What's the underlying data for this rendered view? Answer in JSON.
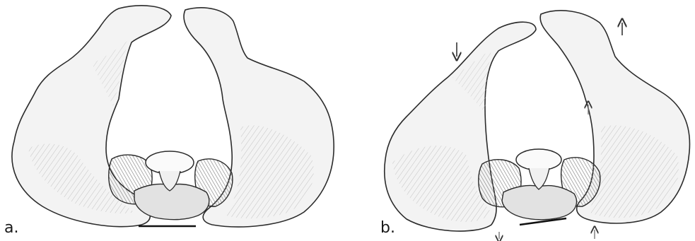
{
  "figure": {
    "panels": [
      {
        "id": "a",
        "label": "a."
      },
      {
        "id": "b",
        "label": "b."
      }
    ],
    "colors": {
      "outline": "#2b2b2b",
      "bone_fill": "#f3f3f3",
      "shade_light": "#d6d6d6",
      "shade_mid": "#a8a8a8",
      "shade_dark": "#6e6e6e",
      "scale_bar": "#111111",
      "arrow": "#333333"
    },
    "icons": {
      "arrow": "thin-arrow",
      "scale": "scale-bar"
    }
  }
}
